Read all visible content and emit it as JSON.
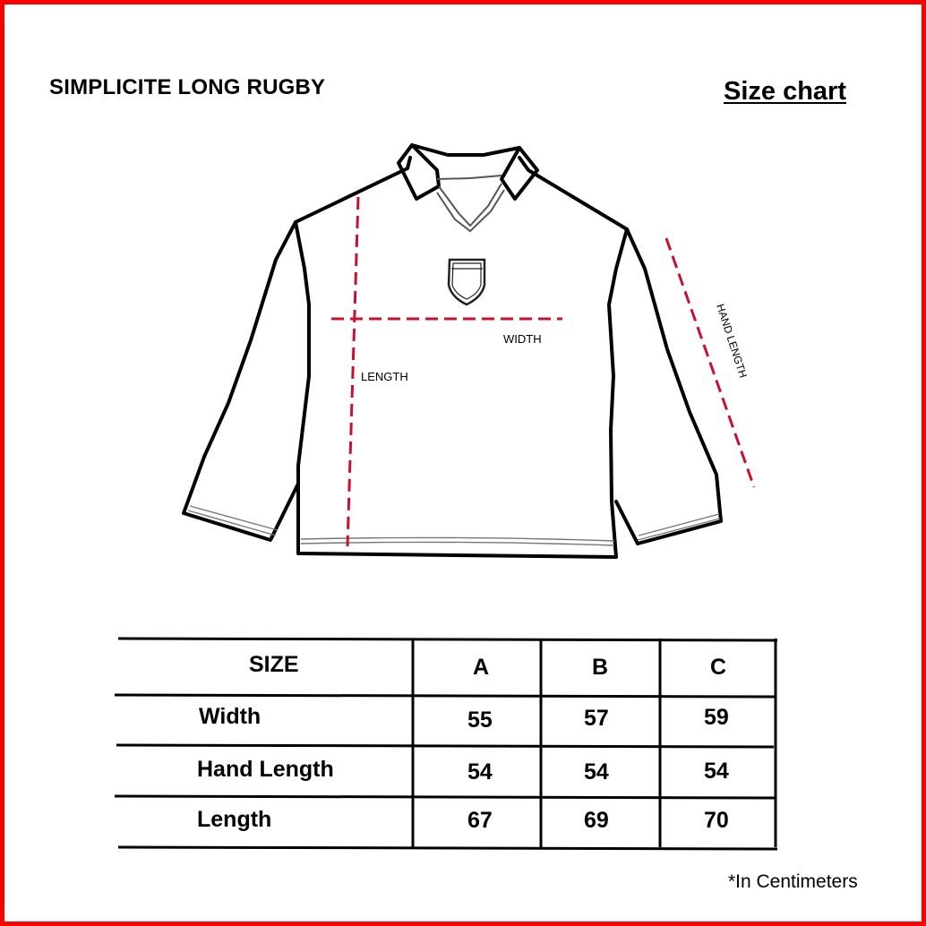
{
  "product": {
    "title": "SIMPLICITE LONG RUGBY"
  },
  "chart_title": "Size chart",
  "diagram": {
    "labels": {
      "width": "WIDTH",
      "length": "LENGTH",
      "hand_length": "HAND LENGTH"
    },
    "colors": {
      "outline": "#000000",
      "measure_line": "#c8102e",
      "frame": "#ff0000"
    }
  },
  "table": {
    "header": {
      "label": "SIZE",
      "sizes": [
        "A",
        "B",
        "C"
      ]
    },
    "rows": [
      {
        "label": "Width",
        "values": [
          "55",
          "57",
          "59"
        ]
      },
      {
        "label": "Hand Length",
        "values": [
          "54",
          "54",
          "54"
        ]
      },
      {
        "label": "Length",
        "values": [
          "67",
          "69",
          "70"
        ]
      }
    ]
  },
  "note": "*In Centimeters"
}
